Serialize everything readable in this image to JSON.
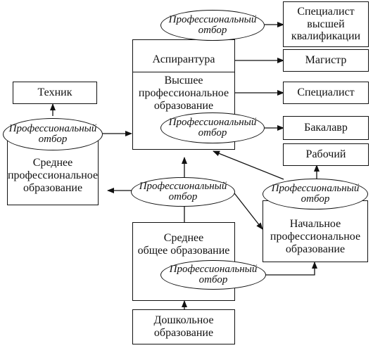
{
  "nodes": {
    "specialist_high": "Специалист\nвысшей\nквалификации",
    "postgraduate": "Аспирантура",
    "higher_edu": "Высшее\nпрофессиональное\nобразование",
    "master": "Магистр",
    "specialist": "Специалист",
    "bachelor": "Бакалавр",
    "technician": "Техник",
    "secondary_prof": "Среднее\nпрофессиональное\nобразование",
    "worker": "Рабочий",
    "initial_prof": "Начальное\nпрофессиональное\nобразование",
    "secondary_general": "Среднее\nобщее образование",
    "preschool": "Дошкольное\nобразование"
  },
  "selection": {
    "line1": "Профессиональный",
    "line2": "отбор"
  }
}
